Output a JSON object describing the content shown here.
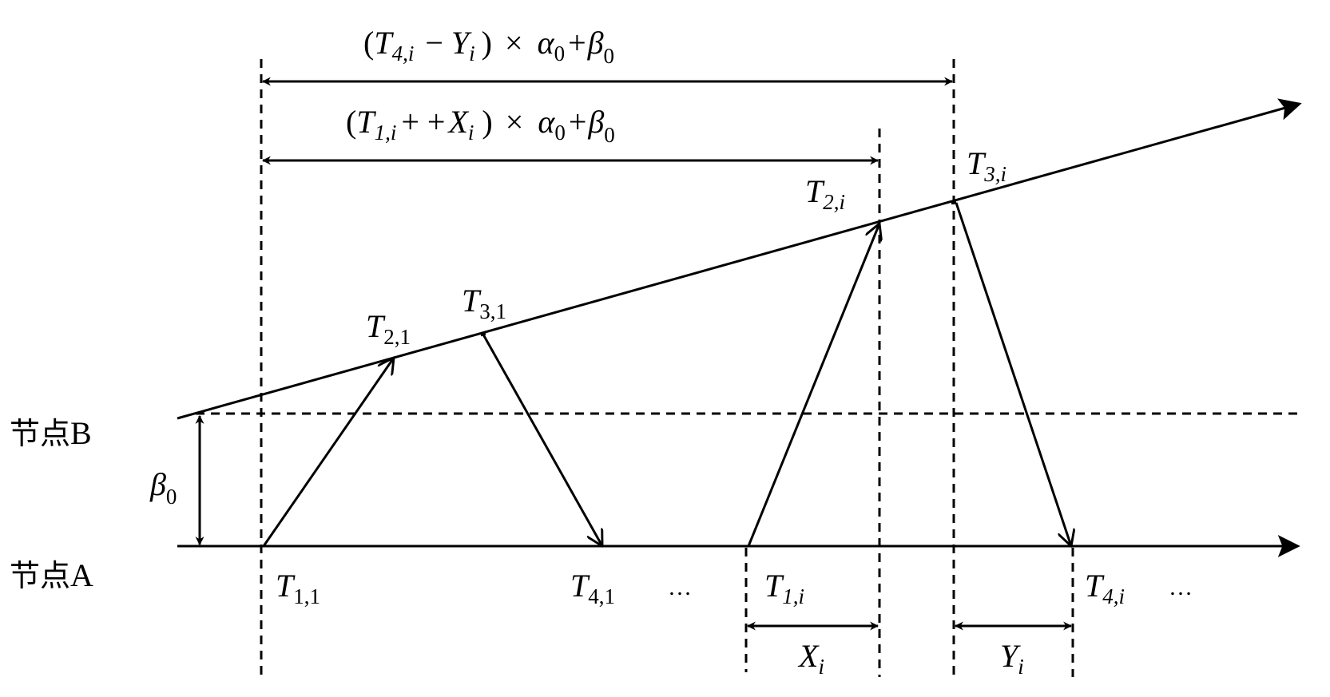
{
  "nodes": {
    "node_b": "节点",
    "node_b_letter": "B",
    "node_a": "节点",
    "node_a_letter": "A"
  },
  "labels": {
    "beta0": {
      "base": "β",
      "sub": "0"
    },
    "t11": {
      "base": "T",
      "sub": "1,1"
    },
    "t41": {
      "base": "T",
      "sub": "4,1"
    },
    "t21": {
      "base": "T",
      "sub": "2,1"
    },
    "t31": {
      "base": "T",
      "sub": "3,1"
    },
    "t1i": {
      "base": "T",
      "sub": "1,i"
    },
    "t2i": {
      "base": "T",
      "sub": "2,i"
    },
    "t3i": {
      "base": "T",
      "sub": "3,i"
    },
    "t4i": {
      "base": "T",
      "sub": "4,i"
    },
    "xi": {
      "base": "X",
      "sub": "i"
    },
    "yi": {
      "base": "Y",
      "sub": "i"
    },
    "ellipsis_1": "…",
    "ellipsis_2": "…"
  },
  "formulas": {
    "top": {
      "open": "(",
      "t_base": "T",
      "t_sub": "4,i",
      "minus": "−",
      "y_base": "Y",
      "y_sub": "i",
      "close": ")",
      "times": "×",
      "alpha": "α",
      "alpha_sub": "0",
      "plus": "+",
      "beta": "β",
      "beta_sub": "0"
    },
    "second": {
      "open": "(",
      "t_base": "T",
      "t_sub": "1,i",
      "plusplus": "+ +",
      "x_base": "X",
      "x_sub": "i",
      "close": ")",
      "times": "×",
      "alpha": "α",
      "alpha_sub": "0",
      "plus": "+",
      "beta": "β",
      "beta_sub": "0"
    }
  }
}
